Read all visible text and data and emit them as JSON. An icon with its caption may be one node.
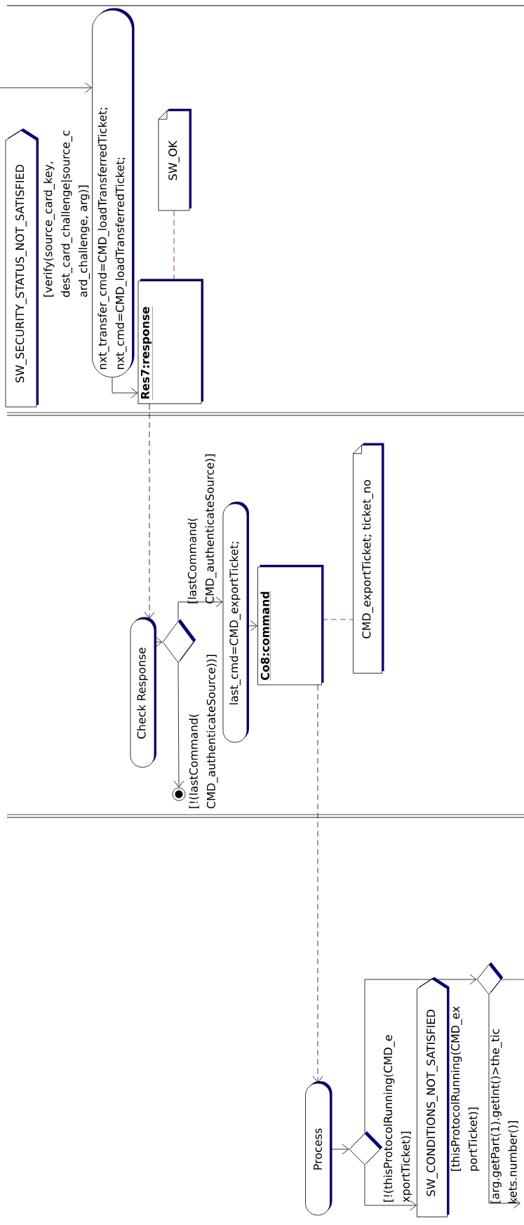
{
  "diagram": {
    "nodes": [
      {
        "text": [
          "SW_SECURITY_STATUS_NOT_SATISFIED"
        ]
      },
      {
        "text": [
          "nxt_transfer_cmd=CMD_loadTransferredTicket; nxt_cmd=CMD_loadTransferredTicket;"
        ]
      },
      {
        "text": [
          "SW_OK"
        ]
      },
      {
        "text": [
          "Res7:response"
        ]
      },
      {
        "text": [
          "Check Response"
        ]
      },
      {
        "text": [],
        "shape": "diamond"
      },
      {
        "text": [
          "last_cmd=CMD_exportTicket;"
        ]
      },
      {
        "text": [
          "Co8:command"
        ]
      },
      {
        "text": [
          "CMD_exportTicket; ticket_no"
        ]
      },
      {
        "text": [],
        "shape": "circle"
      },
      {
        "text": [
          "Process"
        ]
      },
      {
        "text": [],
        "shape": "diamond"
      },
      {
        "text": [
          "SW_CONDITIONS_NOT_SATISFIED"
        ]
      },
      {
        "text": [],
        "shape": "diamond"
      }
    ],
    "edges": [
      {
        "from": null,
        "to": 1,
        "arrow": "to",
        "label": "[verify(source_card_key, dest_card_challenge|source_c ard_challenge, arg)]"
      },
      {
        "from": 1,
        "to": 3,
        "arrow": "to"
      },
      {
        "from": 2,
        "to": 3,
        "arrow": "none",
        "style": "dashed",
        "color": "#800080"
      },
      {
        "from": 3,
        "to": 4,
        "arrow": "to",
        "style": "dashed"
      },
      {
        "from": 4,
        "to": 5,
        "arrow": "to"
      },
      {
        "from": 5,
        "to": 6,
        "arrow": "to",
        "label": "[lastCommand( CMD_authenticateSource)]"
      },
      {
        "from": 5,
        "to": 9,
        "arrow": "to",
        "label": "[!(lastCommand( CMD_authenticateSource))]"
      },
      {
        "from": 6,
        "to": 7,
        "arrow": "to"
      },
      {
        "from": 7,
        "to": 8,
        "arrow": "none",
        "style": "dashed",
        "color": "#800080"
      },
      {
        "from": 7,
        "to": 10,
        "arrow": "to",
        "style": "dashed"
      },
      {
        "from": 10,
        "to": 11,
        "arrow": "to"
      },
      {
        "from": 11,
        "to": 12,
        "arrow": "to",
        "label": "[!(thisProtocolRunning(CMD_e xportTicket)]"
      },
      {
        "from": 11,
        "to": 13,
        "arrow": "to",
        "label": "[thisProtocolRunning(CMD_ex portTicket)]"
      },
      {
        "from": 13,
        "to": null,
        "arrow": "none"
      },
      {
        "from": 13,
        "to": null,
        "arrow": "to",
        "label": "[arg.getPart(1).getInt()>the_tic kets.number()]"
      }
    ]
  }
}
